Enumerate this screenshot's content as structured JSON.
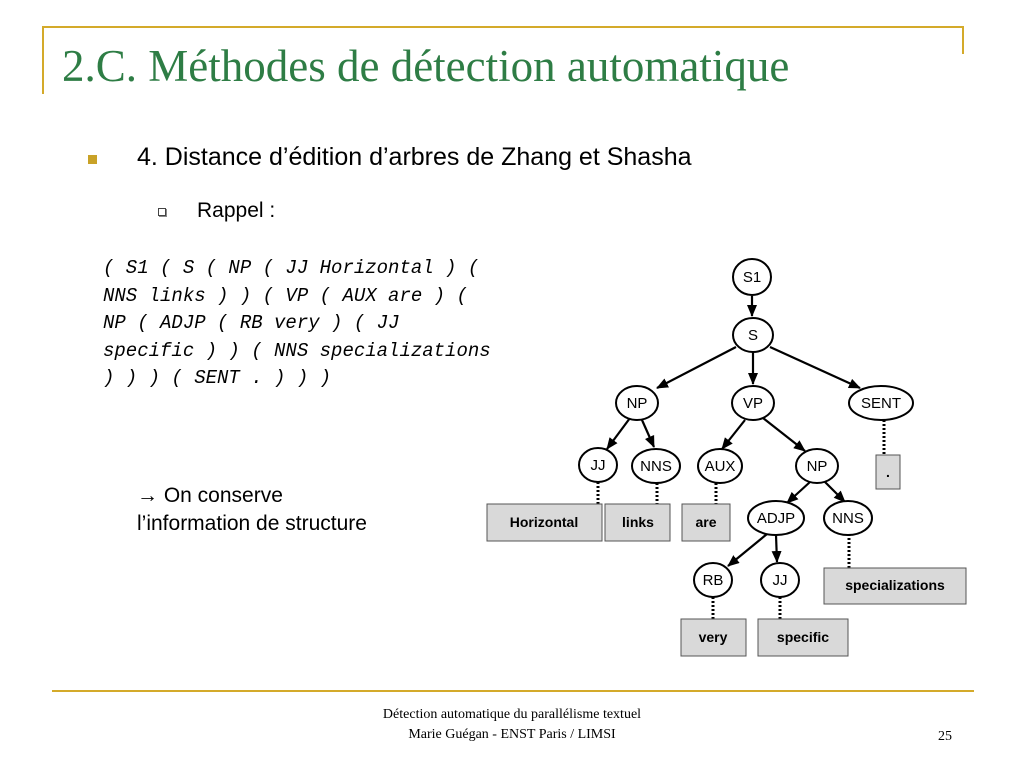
{
  "slide": {
    "title": "2.C. Méthodes de détection automatique",
    "bullet1": "4. Distance d’édition d’arbres de Zhang et Shasha",
    "bullet2": "Rappel :",
    "code_lines": [
      "( S1 ( S ( NP ( JJ Horizontal ) (",
      "NNS links ) ) ( VP ( AUX are ) (",
      "NP ( ADJP ( RB very ) ( JJ",
      "specific ) ) ( NNS specializations",
      ") ) ) ( SENT . ) ) )"
    ],
    "conclusion_lines": [
      "→ On conserve",
      "l’information de structure"
    ],
    "footer_line1": "Détection automatique du parallélisme textuel",
    "footer_line2": "Marie Guégan - ENST Paris / LIMSI",
    "page_number": "25"
  },
  "tree": {
    "nodes": [
      "S1",
      "S",
      "NP",
      "VP",
      "SENT",
      "JJ",
      "NNS",
      "AUX",
      "NP",
      "ADJP",
      "NNS",
      "RB",
      "JJ"
    ],
    "leaves": [
      "Horizontal",
      "links",
      "are",
      ".",
      "specializations",
      "very",
      "specific"
    ]
  },
  "colors": {
    "title": "#2e7d45",
    "accent": "#d4aa2a",
    "bullet": "#c9a227",
    "leaf_fill": "#d9d9d9"
  }
}
